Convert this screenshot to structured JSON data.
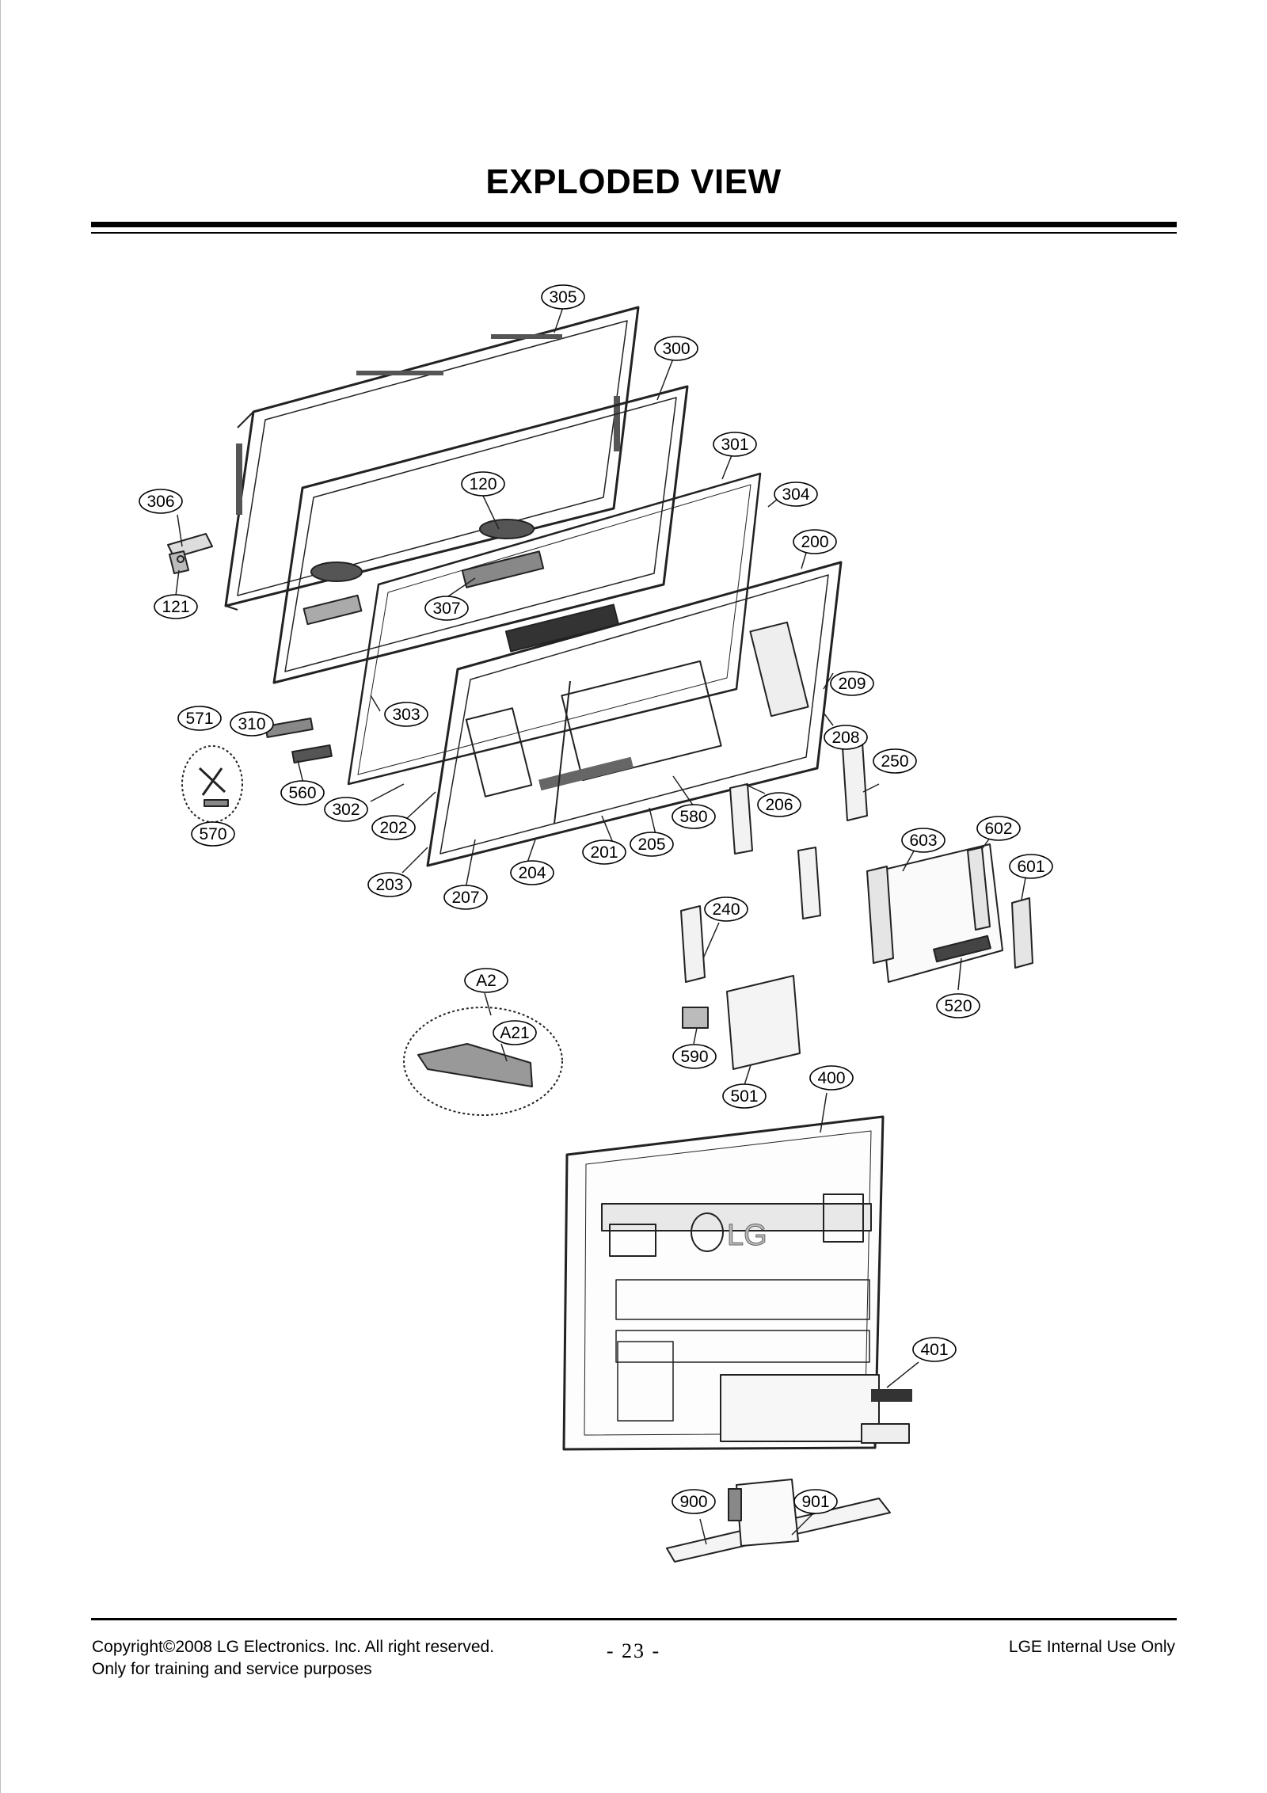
{
  "page": {
    "title": "EXPLODED VIEW",
    "footer": {
      "copyright": "Copyright©2008 LG Electronics. Inc. All right reserved.",
      "purpose": "Only for training and service purposes",
      "page_number": "- 23 -",
      "internal": "LGE Internal Use Only"
    }
  },
  "diagram": {
    "logo_text": "LG",
    "callouts": [
      "305",
      "300",
      "301",
      "304",
      "120",
      "306",
      "200",
      "121",
      "307",
      "209",
      "571",
      "310",
      "303",
      "208",
      "250",
      "560",
      "302",
      "202",
      "580",
      "206",
      "570",
      "603",
      "602",
      "201",
      "205",
      "601",
      "203",
      "204",
      "207",
      "240",
      "A2",
      "A21",
      "520",
      "590",
      "400",
      "501",
      "401",
      "900",
      "901"
    ]
  }
}
